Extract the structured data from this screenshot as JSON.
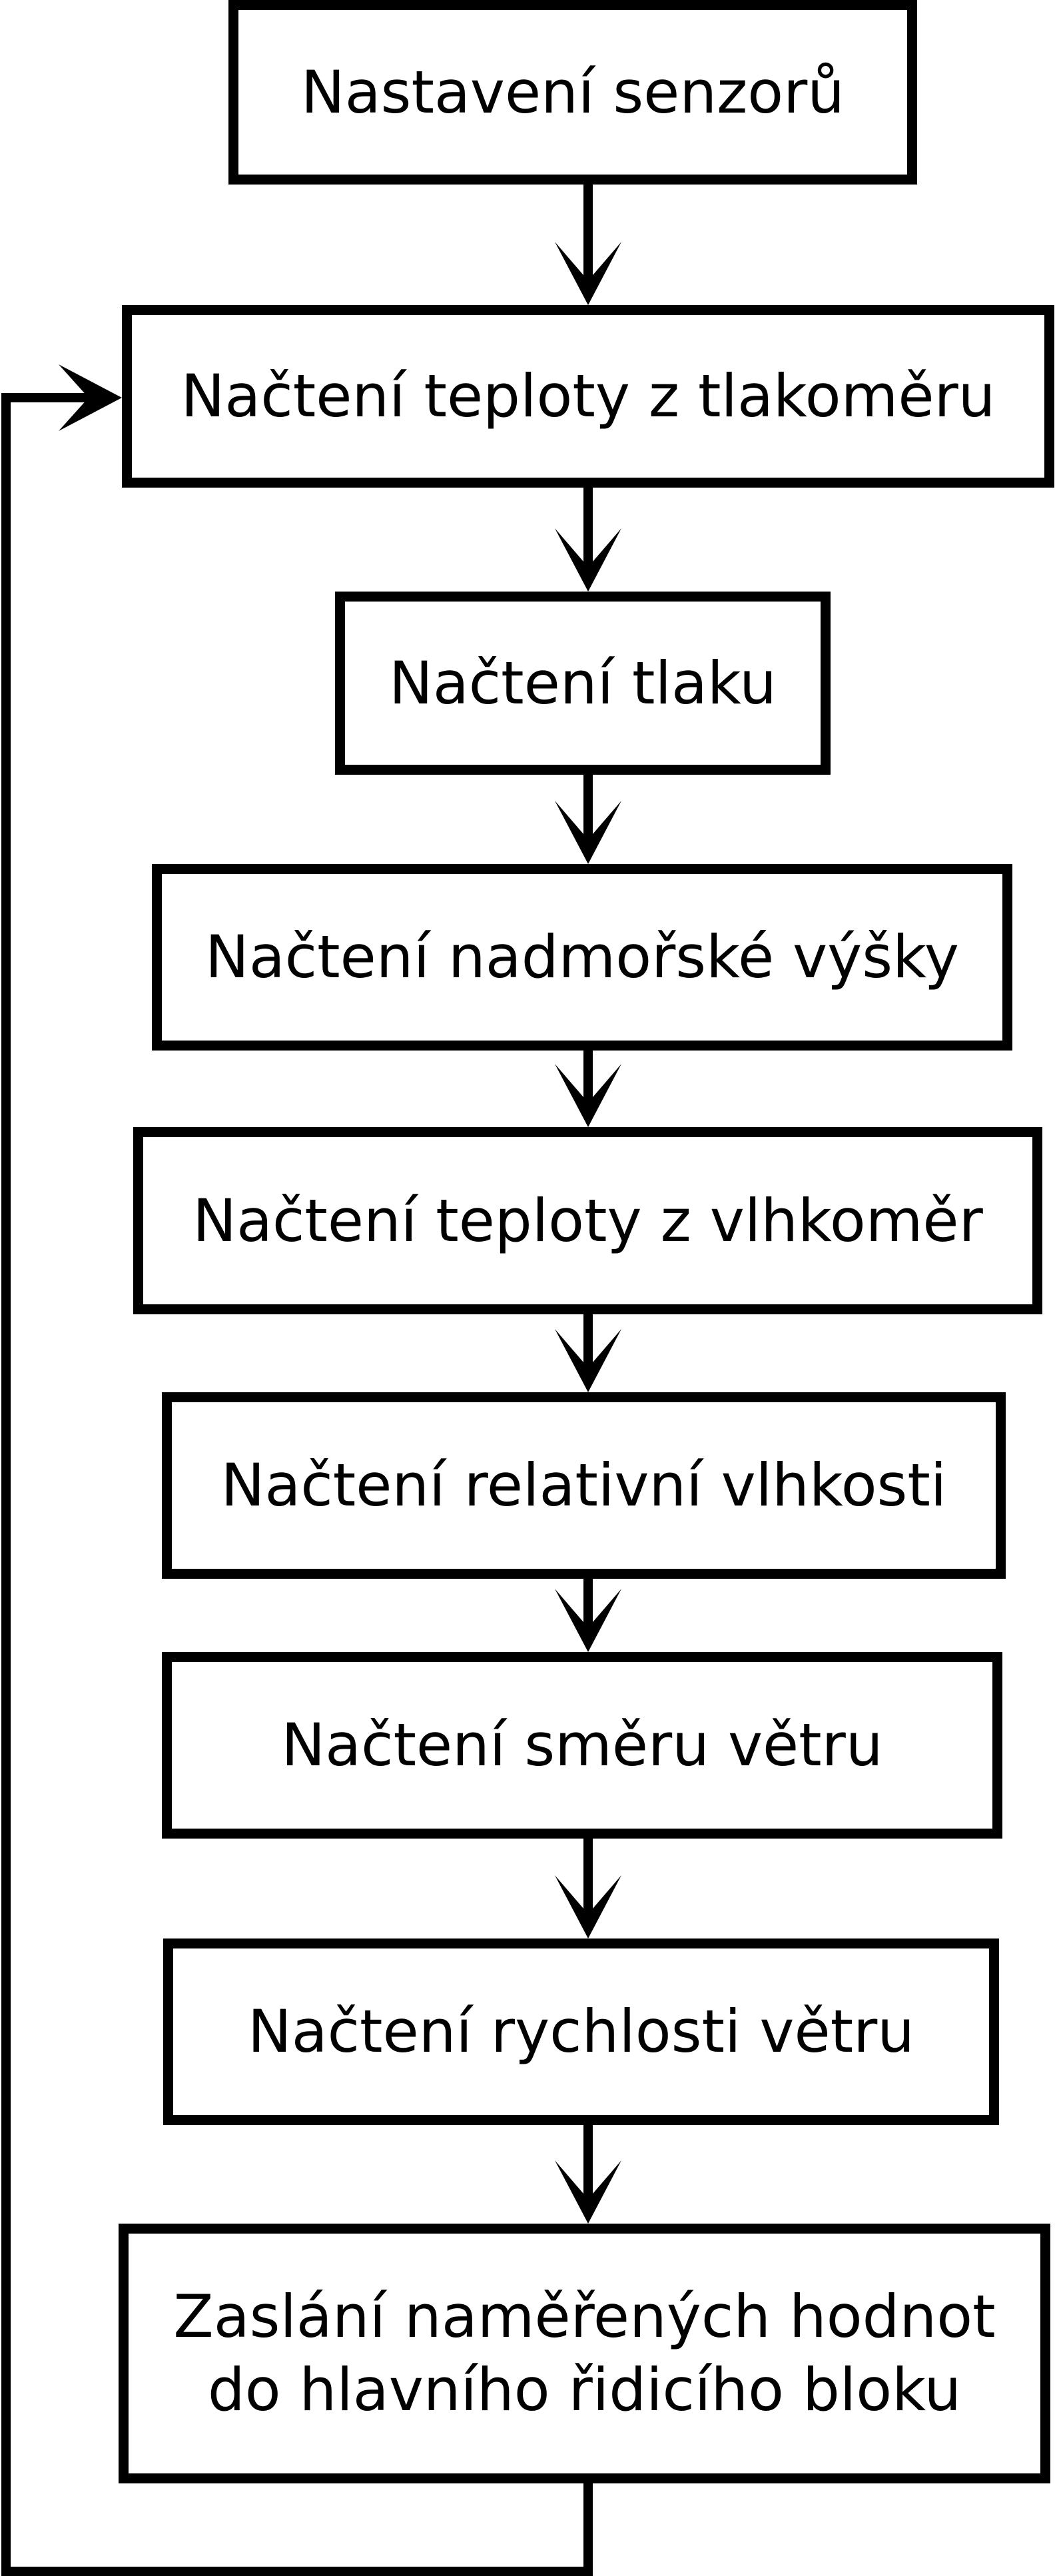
{
  "diagram": {
    "type": "flowchart",
    "title": "Flowchart of sensor reading cycle",
    "colors": {
      "stroke": "#000000",
      "background": "#ffffff",
      "text": "#000000"
    },
    "nodes": [
      {
        "id": "setup-sensors",
        "label": "Nastavení senzorů"
      },
      {
        "id": "read-temp-barometer",
        "label": "Načtení teploty z tlakoměru"
      },
      {
        "id": "read-pressure",
        "label": "Načtení tlaku"
      },
      {
        "id": "read-altitude",
        "label": "Načtení nadmořské výšky"
      },
      {
        "id": "read-temp-hygrometer",
        "label": "Načtení teploty z vlhkoměr"
      },
      {
        "id": "read-relative-humidity",
        "label": "Načtení relativní vlhkosti"
      },
      {
        "id": "read-wind-direction",
        "label": "Načtení směru větru"
      },
      {
        "id": "read-wind-speed",
        "label": "Načtení rychlosti větru"
      },
      {
        "id": "send-values",
        "label": "Zaslání naměřených hodnot\ndo hlavního řidicího bloku"
      }
    ],
    "edges": [
      {
        "from": "setup-sensors",
        "to": "read-temp-barometer",
        "type": "arrow-down"
      },
      {
        "from": "read-temp-barometer",
        "to": "read-pressure",
        "type": "arrow-down"
      },
      {
        "from": "read-pressure",
        "to": "read-altitude",
        "type": "arrow-down"
      },
      {
        "from": "read-altitude",
        "to": "read-temp-hygrometer",
        "type": "arrow-down"
      },
      {
        "from": "read-temp-hygrometer",
        "to": "read-relative-humidity",
        "type": "arrow-down"
      },
      {
        "from": "read-relative-humidity",
        "to": "read-wind-direction",
        "type": "arrow-down"
      },
      {
        "from": "read-wind-direction",
        "to": "read-wind-speed",
        "type": "arrow-down"
      },
      {
        "from": "read-wind-speed",
        "to": "send-values",
        "type": "arrow-down"
      },
      {
        "from": "send-values",
        "to": "read-temp-barometer",
        "type": "loop-back-left"
      }
    ]
  }
}
